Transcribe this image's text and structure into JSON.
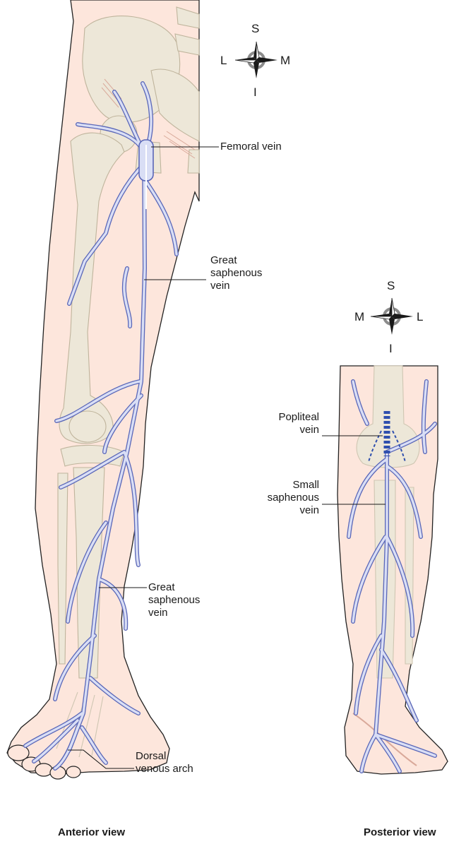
{
  "labels": {
    "femoral_vein": "Femoral vein",
    "great_saphenous_upper": [
      "Great",
      "saphenous",
      "vein"
    ],
    "great_saphenous_lower": [
      "Great",
      "saphenous",
      "vein"
    ],
    "dorsal_venous_arch": [
      "Dorsal",
      "venous arch"
    ],
    "popliteal_vein": [
      "Popliteal",
      "vein"
    ],
    "small_saphenous_vein": [
      "Small",
      "saphenous",
      "vein"
    ]
  },
  "captions": {
    "anterior": "Anterior view",
    "posterior": "Posterior view"
  },
  "compass_anterior": {
    "top": "S",
    "bottom": "I",
    "left": "L",
    "right": "M"
  },
  "compass_posterior": {
    "top": "S",
    "bottom": "I",
    "left": "M",
    "right": "L"
  },
  "colors": {
    "skin": "#fde6dc",
    "bone": "#ede7d8",
    "bone_outline": "#cfc6b2",
    "vein_fill": "#d9def5",
    "vein_outline": "#5a67b8",
    "deep_vein_dash": "#2f4fae",
    "muscle": "#d9a99a"
  }
}
